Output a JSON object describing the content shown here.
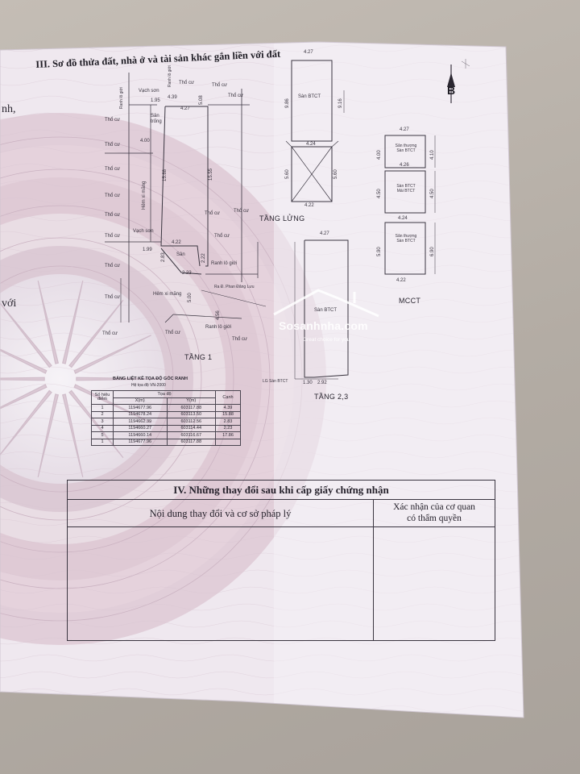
{
  "document": {
    "section_title": "III. Sơ đồ thửa đất, nhà ở và tài sản khác gắn liền với đất",
    "north_label": "B",
    "margin_fragments": [
      "nh,",
      "với"
    ]
  },
  "plan_labels": {
    "neighbor": "Thổ cư",
    "boundary": "Ranh lô giới",
    "road_wall": "Vạch sơn",
    "alley": "Hẻm xi măng",
    "empty_yard": "Sân trống",
    "yard": "Sân",
    "road_edge": "Ra Đ. Phan Đăng Lưu",
    "slab": "Sàn BTCT",
    "terrace_slab": "Sân thượng Sàn BTCT",
    "roof_slab": "Sàn BTCT Mái BTCT",
    "loggia": "LG Sàn BTCT"
  },
  "floor_titles": {
    "ground": "TẦNG 1",
    "mezzanine": "TẦNG LỬNG",
    "floors_2_3": "TẦNG 2,3",
    "roof": "MCCT"
  },
  "dimensions": {
    "ground_top": "4.39",
    "ground_top2": "4.27",
    "ground_width": "4.00",
    "ground_left_top": "1.95",
    "ground_alley_len": "15.88",
    "ground_right_len": "15.55",
    "ground_left_h": "5.08",
    "ground_gate": "4.22",
    "ground_side": "2.22",
    "ground_bottom": "2.23",
    "ground_left_b": "1.99",
    "ground_alley_w": "5.00",
    "ground_small": "2.83",
    "ground_small2": "4.56",
    "mez_top": "4.27",
    "mez_mid": "4.24",
    "mez_bottom": "4.22",
    "mez_h1": "9.86",
    "mez_h2": "9.16",
    "mez_h3": "5.60",
    "mez_h4": "5.60",
    "f23_top": "4.27",
    "f23_l1": "1.30",
    "f23_l2": "2.92",
    "roof_top": "4.27",
    "roof_mid1": "4.26",
    "roof_mid2": "4.24",
    "roof_bottom": "4.22",
    "roof_h1": "4.00",
    "roof_h2": "4.10",
    "roof_h3": "4.50",
    "roof_h4": "4.50",
    "roof_h5": "5.90",
    "roof_h6": "6.90"
  },
  "coordinates": {
    "caption": "BẢNG LIỆT KÊ TỌA ĐỘ GÓC RANH",
    "system": "Hệ tọa độ VN-2000",
    "head_point": "Số hiệu điểm",
    "head_coords": "Tọa độ",
    "head_x": "X(m)",
    "head_y": "Y(m)",
    "head_edge": "Cạnh",
    "rows": [
      {
        "point": "1",
        "x": "1194677.96",
        "y": "603117.88",
        "edge": "4.39"
      },
      {
        "point": "2",
        "x": "1194678.24",
        "y": "603113.50",
        "edge": "15.88"
      },
      {
        "point": "3",
        "x": "1194662.39",
        "y": "603112.56",
        "edge": "2.83"
      },
      {
        "point": "4",
        "x": "1194660.27",
        "y": "603114.44",
        "edge": "2.23"
      },
      {
        "point": "5",
        "x": "1194660.14",
        "y": "603116.67",
        "edge": "17.86"
      },
      {
        "point": "1",
        "x": "1194677.96",
        "y": "603117.88",
        "edge": ""
      }
    ]
  },
  "changes_table": {
    "title": "IV. Những thay đổi sau khi cấp giấy chứng nhận",
    "col_content": "Nội dung thay đổi và cơ sở pháp lý",
    "col_confirm_line1": "Xác nhận của cơ quan",
    "col_confirm_line2": "có thẩm quyền"
  },
  "watermark": {
    "brand": "Sosanhnha.com",
    "tagline": "Great choice for you"
  },
  "colors": {
    "paper": "#f1eef3",
    "guilloche": "#d8c3cf",
    "drum": "#e2dde4",
    "ink": "#2a2630"
  }
}
